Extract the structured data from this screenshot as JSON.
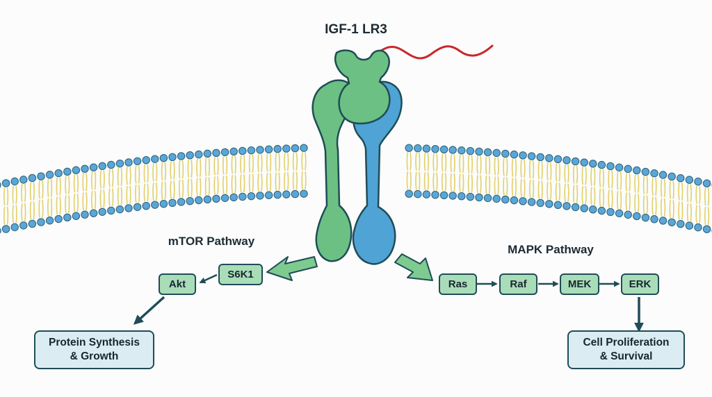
{
  "title": "IGF-1 LR3",
  "mtor": {
    "label": "mTOR Pathway",
    "nodes": [
      "S6K1",
      "Akt"
    ],
    "outcome": [
      "Protein Synthesis",
      "& Growth"
    ]
  },
  "mapk": {
    "label": "MAPK Pathway",
    "nodes": [
      "Ras",
      "Raf",
      "MEK",
      "ERK"
    ],
    "outcome": [
      "Cell Proliferation",
      "& Survival"
    ]
  },
  "colors": {
    "receptor_green": "#6cc083",
    "receptor_blue": "#4fa3d5",
    "ligand_red": "#c9272d",
    "membrane_head": "#5aa6d6",
    "membrane_tail": "#e2cf6a",
    "node_fill": "#a9ddb8",
    "outcome_fill": "#dcecf3",
    "arrow_dark": "#1f4c57"
  }
}
